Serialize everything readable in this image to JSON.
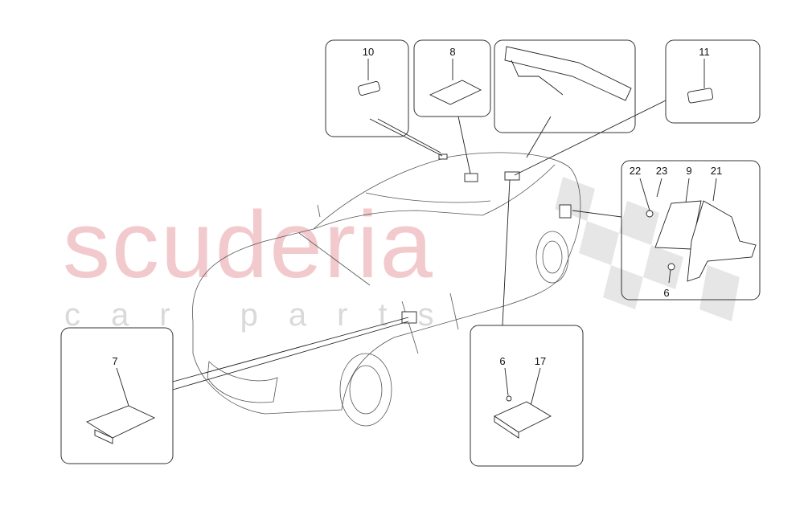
{
  "watermark": {
    "brand": "scuderia",
    "subtitle": "car parts",
    "colors": {
      "brand": "#f2c9cc",
      "subtitle": "#d9d9d9"
    }
  },
  "callouts": {
    "box_10": [
      "10"
    ],
    "box_8": [
      "8"
    ],
    "box_11": [
      "11"
    ],
    "box_right": [
      "22",
      "23",
      "9",
      "21",
      "6"
    ],
    "box_7": [
      "7"
    ],
    "box_17": [
      "6",
      "17"
    ]
  }
}
